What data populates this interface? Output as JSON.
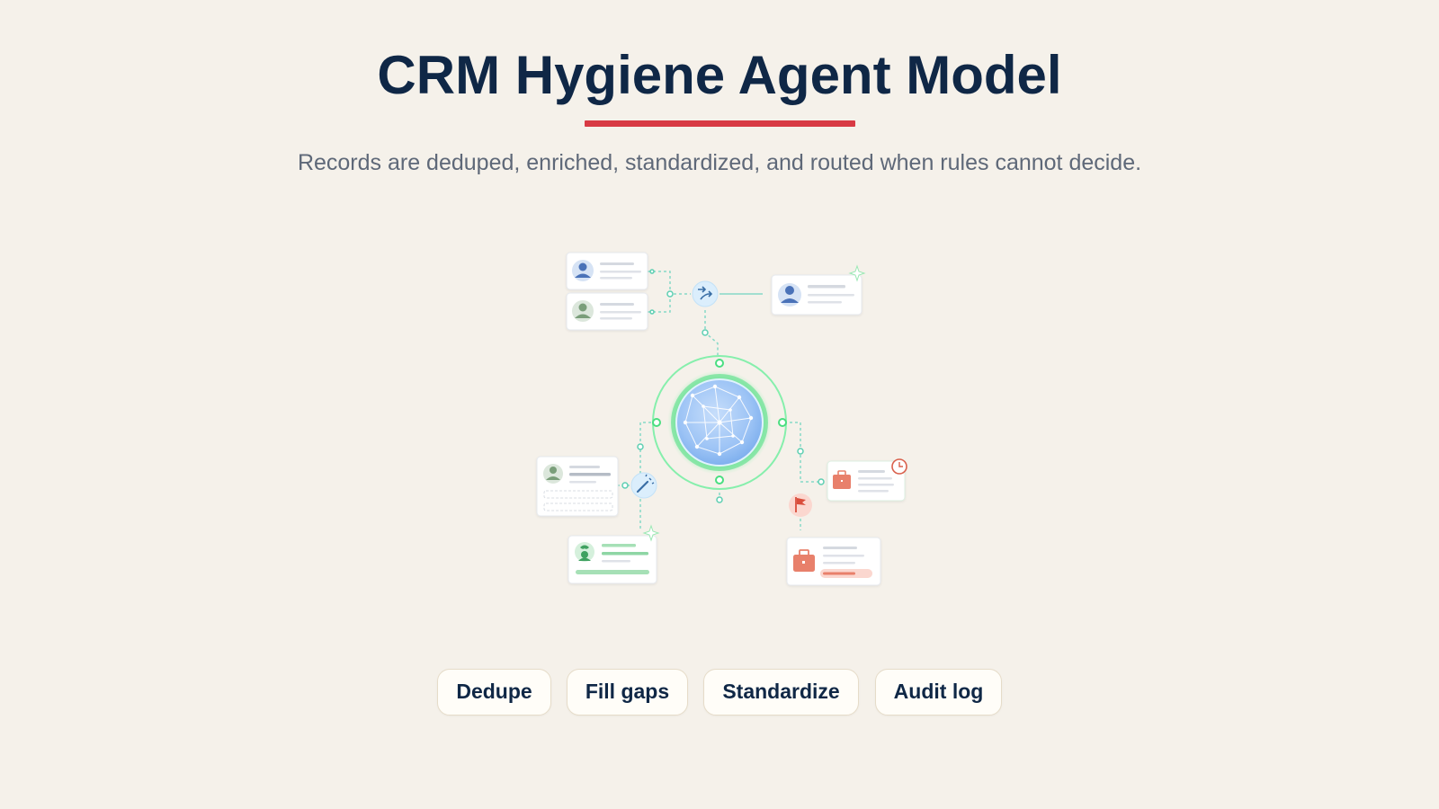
{
  "header": {
    "title": "CRM Hygiene Agent Model",
    "subtitle": "Records are deduped, enriched, standardized, and routed when rules cannot decide."
  },
  "chips": [
    {
      "label": "Dedupe"
    },
    {
      "label": "Fill gaps"
    },
    {
      "label": "Standardize"
    },
    {
      "label": "Audit log"
    }
  ],
  "icons": {
    "merge": "merge-arrows-icon",
    "enrich": "magic-wand-icon",
    "flag": "flag-icon",
    "clock": "clock-icon",
    "briefcase": "briefcase-icon",
    "person": "person-icon",
    "globe": "neural-globe-icon"
  },
  "colors": {
    "accent_red": "#d83a44",
    "title_navy": "#0f2746",
    "ring_green": "#4ade80",
    "globe_blue": "#93c5fd",
    "routed_coral": "#e8806b"
  }
}
